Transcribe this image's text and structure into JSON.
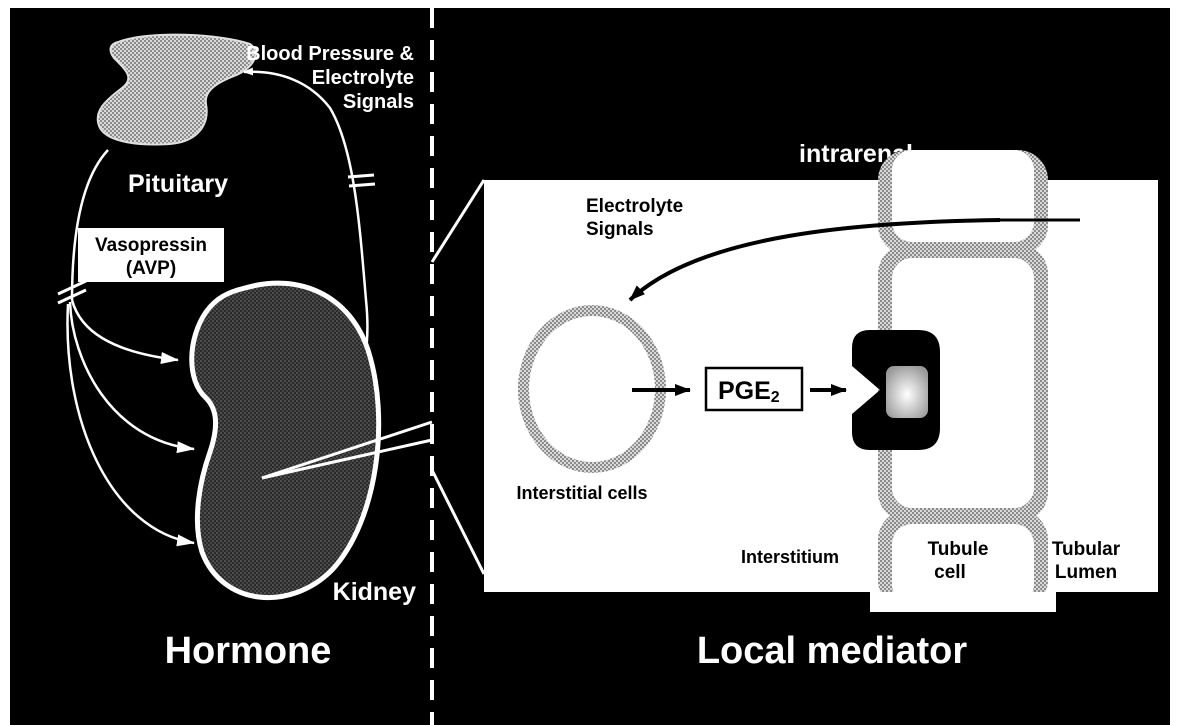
{
  "colors": {
    "background": "#000000",
    "frame": "#ffffff",
    "panel": "#ffffff",
    "stipple": "#9a9a9a",
    "kidney": "#444444"
  },
  "left_panel": {
    "title": "Hormone",
    "signals_label": [
      "Blood Pressure &",
      "Electrolyte",
      "Signals"
    ],
    "pituitary_label": "Pituitary",
    "hormone_label": [
      "Vasopressin",
      "(AVP)"
    ],
    "kidney_label": "Kidney"
  },
  "right_panel": {
    "title": "Local mediator",
    "intrarenal_label": "intrarenal",
    "signals_label": [
      "Electrolyte",
      "Signals"
    ],
    "interstitial_label": "Interstitial cells",
    "pge_label": "PGE",
    "pge_subscript": "2",
    "interstitium_label": "Interstitium",
    "tubule_cell_label": [
      "Tubule",
      "cell"
    ],
    "lumen_label": [
      "Tubular",
      "Lumen"
    ]
  }
}
